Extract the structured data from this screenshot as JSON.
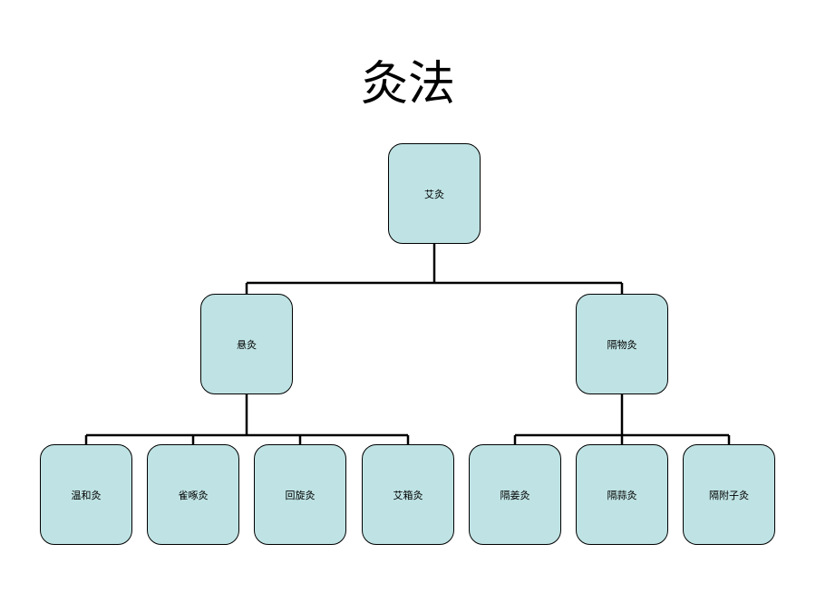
{
  "title": "灸法",
  "colors": {
    "node_fill": "#bfe3e4",
    "node_border": "#000000",
    "connector": "#000000"
  },
  "tree": {
    "root": {
      "label": "艾灸"
    },
    "branches": [
      {
        "label": "悬灸",
        "children": [
          {
            "label": "温和灸"
          },
          {
            "label": "雀啄灸"
          },
          {
            "label": "回旋灸"
          },
          {
            "label": "艾箱灸"
          }
        ]
      },
      {
        "label": "隔物灸",
        "children": [
          {
            "label": "隔姜灸"
          },
          {
            "label": "隔蒜灸"
          },
          {
            "label": "隔附子灸"
          }
        ]
      }
    ]
  }
}
